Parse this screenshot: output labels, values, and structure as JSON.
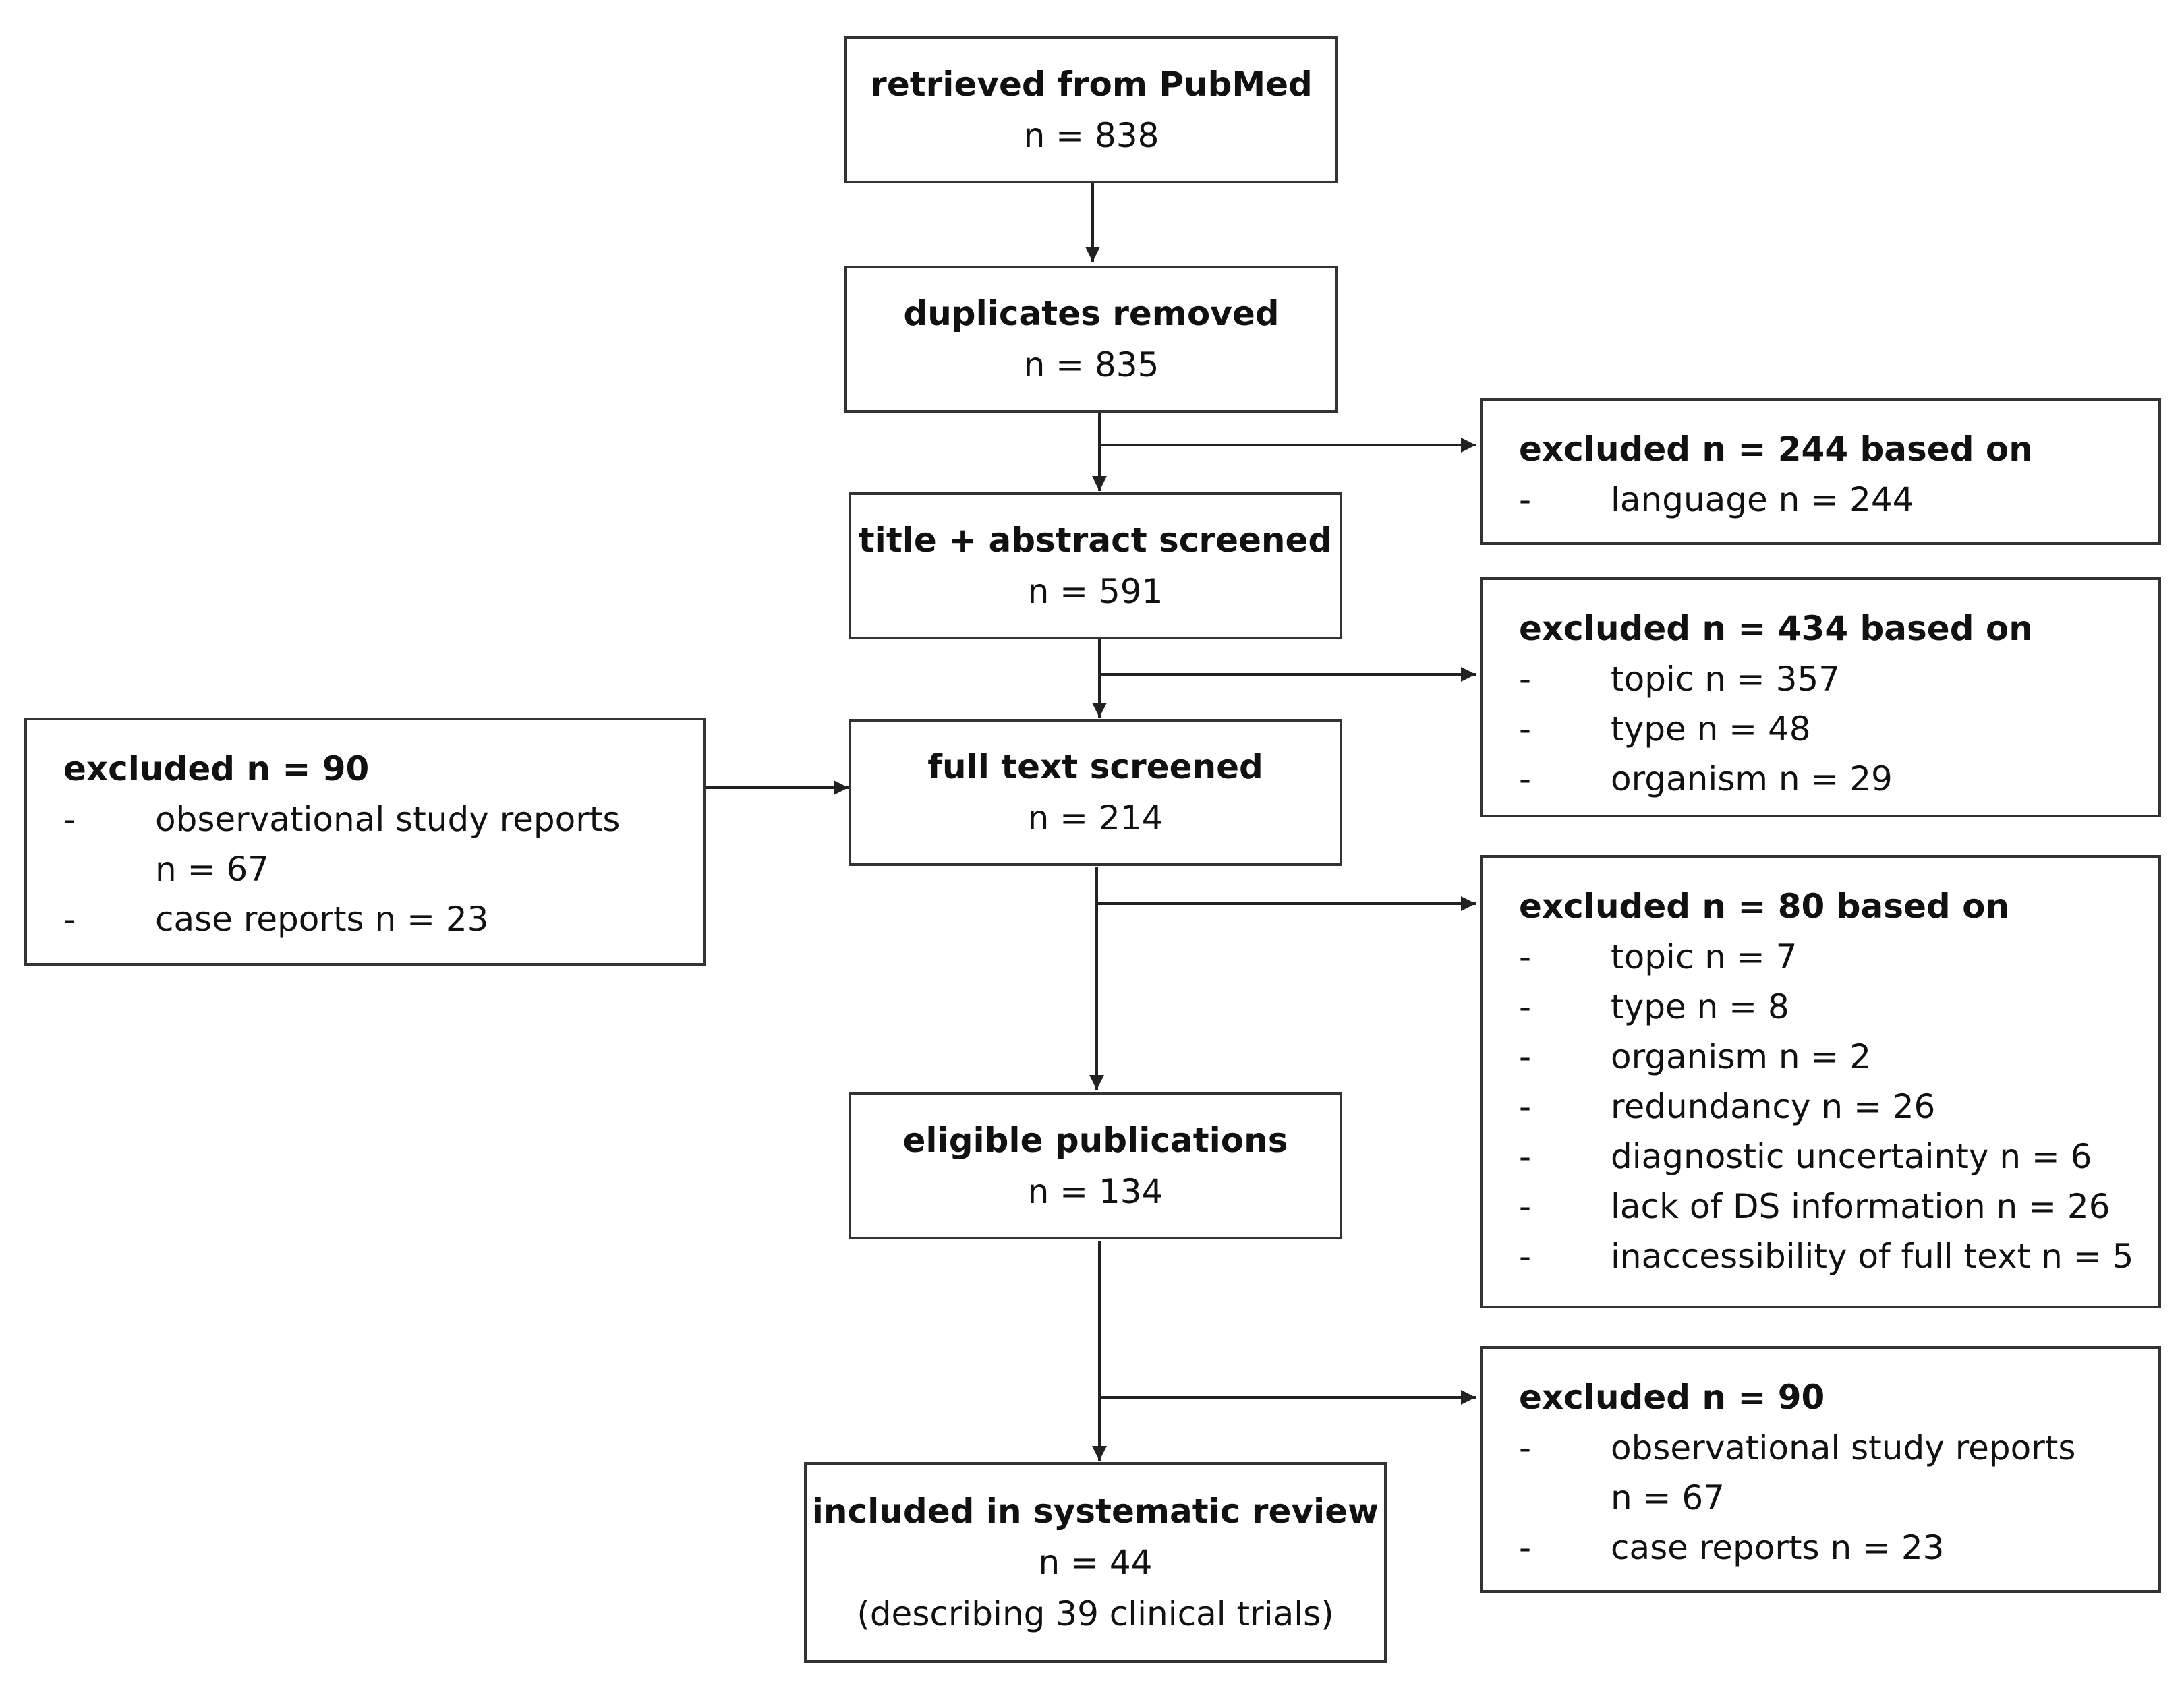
{
  "main_boxes": {
    "retrieved": {
      "title": "retrieved from PubMed",
      "count": "n = 838"
    },
    "duplicates": {
      "title": "duplicates removed",
      "count": "n = 835"
    },
    "title_abstract": {
      "title": "title + abstract screened",
      "count": "n = 591"
    },
    "full_text": {
      "title": "full text screened",
      "count": "n = 214"
    },
    "eligible": {
      "title": "eligible publications",
      "count": "n = 134"
    },
    "included": {
      "title": "included in systematic review",
      "count": "n = 44",
      "note": "(describing 39 clinical trials)"
    }
  },
  "exclusion_boxes": {
    "left": {
      "heading": "excluded n = 90",
      "items": [
        {
          "dash": "-",
          "text": "observational study reports"
        },
        {
          "dash": "",
          "text": "n = 67"
        },
        {
          "dash": "-",
          "text": "case reports n = 23"
        }
      ]
    },
    "r1": {
      "heading": "excluded n = 244 based on",
      "items": [
        {
          "dash": "-",
          "text": "language n = 244"
        }
      ]
    },
    "r2": {
      "heading": "excluded n = 434 based on",
      "items": [
        {
          "dash": "-",
          "text": "topic n = 357"
        },
        {
          "dash": "-",
          "text": "type n = 48"
        },
        {
          "dash": "-",
          "text": "organism n = 29"
        }
      ]
    },
    "r3": {
      "heading": "excluded n = 80 based on",
      "items": [
        {
          "dash": "-",
          "text": "topic n = 7"
        },
        {
          "dash": "-",
          "text": "type n = 8"
        },
        {
          "dash": "-",
          "text": "organism n = 2"
        },
        {
          "dash": "-",
          "text": "redundancy n = 26"
        },
        {
          "dash": "-",
          "text": "diagnostic uncertainty n = 6"
        },
        {
          "dash": "-",
          "text": "lack of DS information n = 26"
        },
        {
          "dash": "-",
          "text": "inaccessibility of full text n = 5"
        }
      ]
    },
    "r4": {
      "heading": "excluded n = 90",
      "items": [
        {
          "dash": "-",
          "text": "observational study reports"
        },
        {
          "dash": "",
          "text": "n = 67"
        },
        {
          "dash": "-",
          "text": "case reports n = 23"
        }
      ]
    }
  }
}
